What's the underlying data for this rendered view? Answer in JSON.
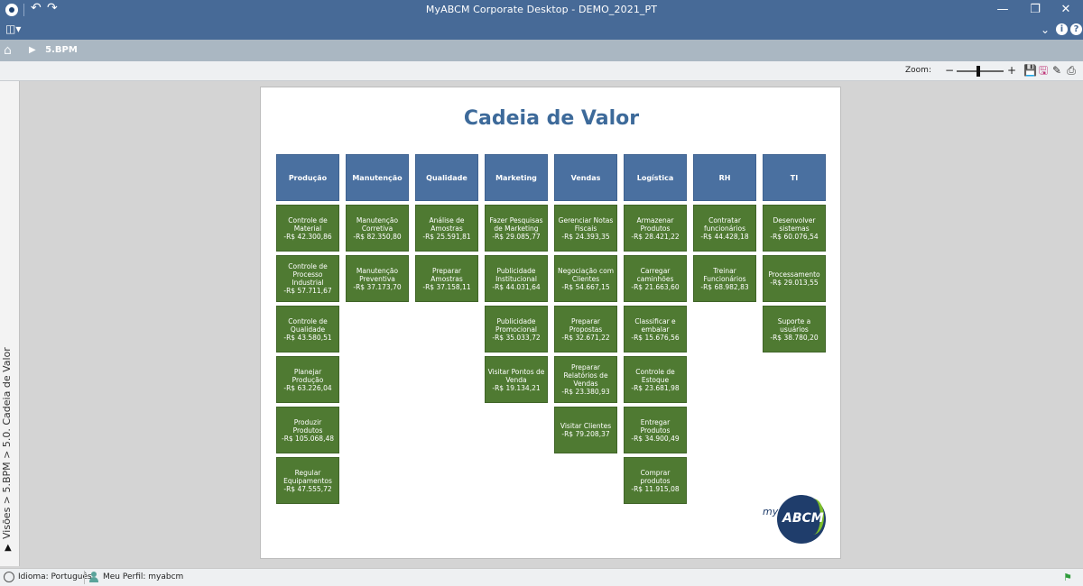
{
  "window": {
    "title": "MyABCM Corporate Desktop - DEMO_2021_PT"
  },
  "breadcrumb": {
    "current": "5.BPM"
  },
  "toolbar": {
    "zoom_label": "Zoom:",
    "zoom_minus": "−",
    "zoom_plus": "+",
    "zoom_level": 0.45
  },
  "side_panel": {
    "path": "Visões > 5.BPM > 5.0. Cadeia de Valor"
  },
  "document": {
    "title": "Cadeia de Valor",
    "columns": [
      {
        "header": "Produção",
        "items": [
          {
            "name": "Controle de Material",
            "value": "-R$ 42.300,86"
          },
          {
            "name": "Controle de Processo Industrial",
            "value": "-R$ 57.711,67"
          },
          {
            "name": "Controle de Qualidade",
            "value": "-R$ 43.580,51"
          },
          {
            "name": "Planejar Produção",
            "value": "-R$ 63.226,04"
          },
          {
            "name": "Produzir Produtos",
            "value": "-R$ 105.068,48"
          },
          {
            "name": "Regular Equipamentos",
            "value": "-R$ 47.555,72"
          }
        ]
      },
      {
        "header": "Manutenção",
        "items": [
          {
            "name": "Manutenção Corretiva",
            "value": "-R$ 82.350,80"
          },
          {
            "name": "Manutenção Preventiva",
            "value": "-R$ 37.173,70"
          }
        ]
      },
      {
        "header": "Qualidade",
        "items": [
          {
            "name": "Análise de Amostras",
            "value": "-R$ 25.591,81"
          },
          {
            "name": "Preparar Amostras",
            "value": "-R$ 37.158,11"
          }
        ]
      },
      {
        "header": "Marketing",
        "items": [
          {
            "name": "Fazer Pesquisas de Marketing",
            "value": "-R$ 29.085,77"
          },
          {
            "name": "Publicidade Institucional",
            "value": "-R$ 44.031,64"
          },
          {
            "name": "Publicidade Promocional",
            "value": "-R$ 35.033,72"
          },
          {
            "name": "Visitar Pontos de Venda",
            "value": "-R$ 19.134,21"
          }
        ]
      },
      {
        "header": "Vendas",
        "items": [
          {
            "name": "Gerenciar Notas Fiscais",
            "value": "-R$ 24.393,35"
          },
          {
            "name": "Negociação com Clientes",
            "value": "-R$ 54.667,15"
          },
          {
            "name": "Preparar Propostas",
            "value": "-R$ 32.671,22"
          },
          {
            "name": "Preparar Relatórios de Vendas",
            "value": "-R$ 23.380,93"
          },
          {
            "name": "Visitar Clientes",
            "value": "-R$ 79.208,37"
          }
        ]
      },
      {
        "header": "Logística",
        "items": [
          {
            "name": "Armazenar Produtos",
            "value": "-R$ 28.421,22"
          },
          {
            "name": "Carregar caminhões",
            "value": "-R$ 21.663,60"
          },
          {
            "name": "Classificar e embalar",
            "value": "-R$ 15.676,56"
          },
          {
            "name": "Controle de Estoque",
            "value": "-R$ 23.681,98"
          },
          {
            "name": "Entregar Produtos",
            "value": "-R$ 34.900,49"
          },
          {
            "name": "Comprar produtos",
            "value": "-R$ 11.915,08"
          }
        ]
      },
      {
        "header": "RH",
        "items": [
          {
            "name": "Contratar funcionários",
            "value": "-R$ 44.428,18"
          },
          {
            "name": "Treinar Funcionários",
            "value": "-R$ 68.982,83"
          }
        ]
      },
      {
        "header": "TI",
        "items": [
          {
            "name": "Desenvolver sistemas",
            "value": "-R$ 60.076,54"
          },
          {
            "name": "Processamento",
            "value": "-R$ 29.013,55"
          },
          {
            "name": "Suporte a usuários",
            "value": "-R$ 38.780,20"
          }
        ]
      }
    ],
    "logo": {
      "prefix": "my",
      "mark": "ABCM"
    }
  },
  "statusbar": {
    "language": "Idioma: Português",
    "profile": "Meu Perfil: myabcm"
  },
  "colors": {
    "titlebar": "#476a97",
    "header_box": "#4a70a0",
    "activity_box": "#4f7a32",
    "doc_title": "#3d6a9a"
  }
}
